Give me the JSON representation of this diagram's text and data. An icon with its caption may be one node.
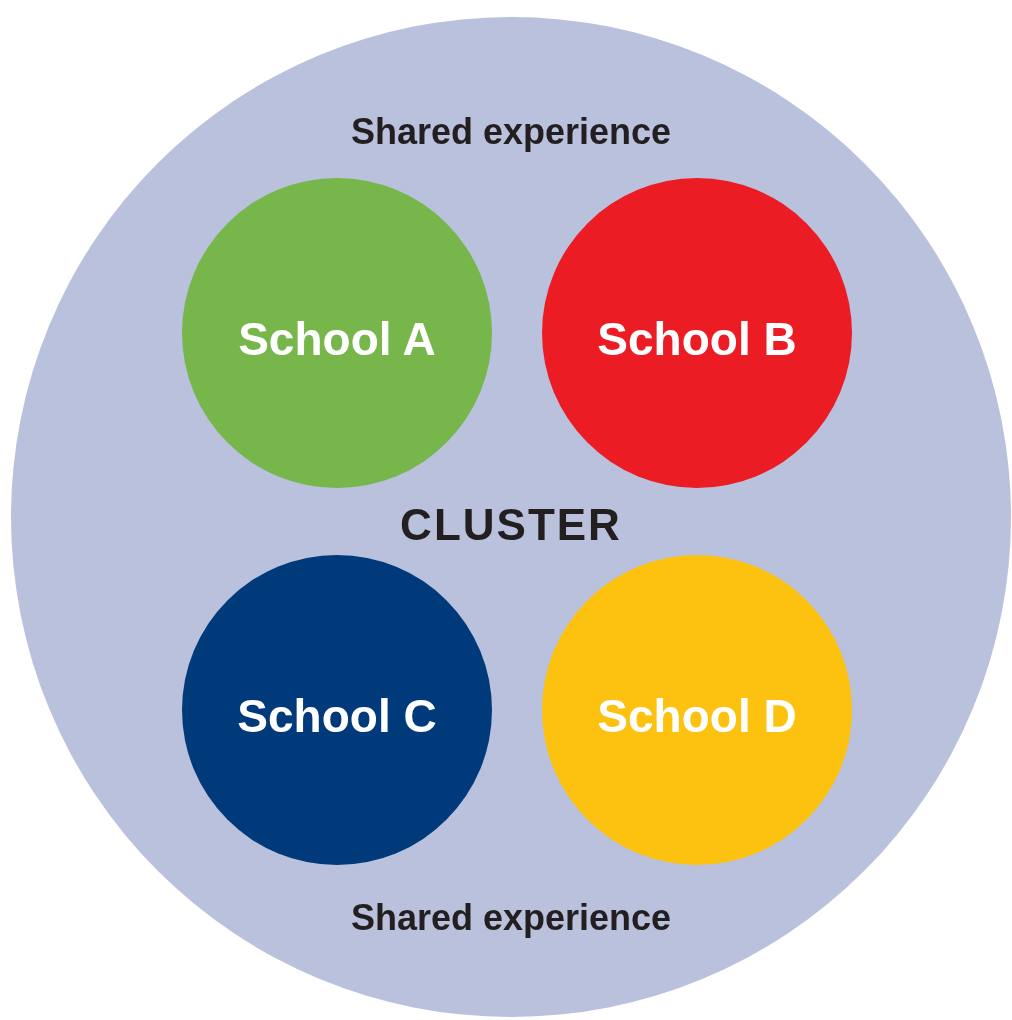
{
  "diagram": {
    "nodes": [
      {
        "text": [
          "Shared experience",
          "CLUSTER",
          "Shared experience"
        ]
      },
      {
        "text": [
          "School A"
        ],
        "in": 0
      },
      {
        "text": [
          "School B"
        ],
        "in": 0
      },
      {
        "text": [
          "School C"
        ],
        "in": 0
      },
      {
        "text": [
          "School D"
        ],
        "in": 0
      }
    ],
    "edges": []
  }
}
